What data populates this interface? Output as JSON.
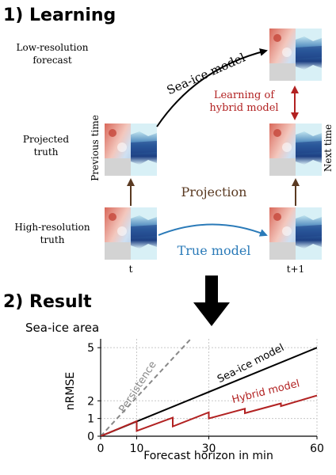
{
  "learning": {
    "title": "1) Learning",
    "row_labels": {
      "low_res_line1": "Low-resolution",
      "low_res_line2": "forecast",
      "projected_line1": "Projected",
      "projected_line2": "truth",
      "high_res_line1": "High-resolution",
      "high_res_line2": "truth"
    },
    "previous_time": "Previous time",
    "next_time": "Next time",
    "sea_ice_model_arrow": "Sea-ice model",
    "hybrid_line1": "Learning of",
    "hybrid_line2": "hybrid model",
    "projection": "Projection",
    "true_model": "True model",
    "t": "t",
    "t_plus_1": "t+1",
    "colors": {
      "sea_ice_model": "#000000",
      "hybrid": "#b22222",
      "projection": "#5a3a22",
      "true_model": "#2a7ab8"
    }
  },
  "result": {
    "title": "2) Result",
    "chart_data": {
      "type": "line",
      "title": "Sea-ice area",
      "xlabel": "Forecast horizon in min",
      "ylabel": "nRMSE",
      "xticks": [
        0,
        10,
        30,
        60
      ],
      "yticks": [
        0,
        1,
        2,
        5
      ],
      "xlim": [
        0,
        60
      ],
      "ylim": [
        0,
        5.5
      ],
      "grid": true,
      "series": [
        {
          "name": "Persistence",
          "color": "#888888",
          "dash": true,
          "x": [
            0,
            25
          ],
          "y": [
            0,
            5.5
          ]
        },
        {
          "name": "Sea-ice model",
          "color": "#000000",
          "x": [
            0,
            60
          ],
          "y": [
            0,
            5
          ]
        },
        {
          "name": "Hybrid model",
          "color": "#b22222",
          "x": [
            0,
            10,
            10,
            20,
            20,
            30,
            30,
            40,
            40,
            50,
            50,
            60
          ],
          "y": [
            0,
            0.85,
            0.3,
            1.05,
            0.55,
            1.35,
            1.0,
            1.55,
            1.3,
            1.85,
            1.7,
            2.3
          ]
        }
      ]
    }
  }
}
